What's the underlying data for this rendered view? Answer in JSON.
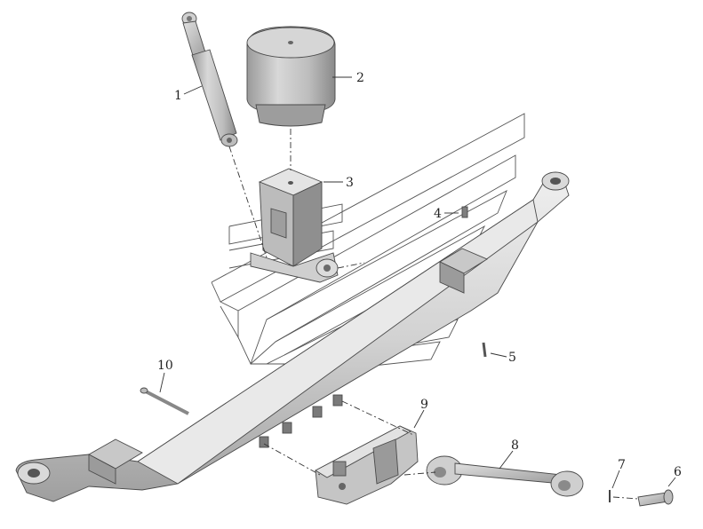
{
  "callouts": [
    {
      "id": "c1",
      "label": "1"
    },
    {
      "id": "c2",
      "label": "2"
    },
    {
      "id": "c3",
      "label": "3"
    },
    {
      "id": "c4",
      "label": "4"
    },
    {
      "id": "c5",
      "label": "5"
    },
    {
      "id": "c6",
      "label": "6"
    },
    {
      "id": "c7",
      "label": "7"
    },
    {
      "id": "c8",
      "label": "8"
    },
    {
      "id": "c9",
      "label": "9"
    },
    {
      "id": "c10",
      "label": "10"
    }
  ],
  "colors": {
    "part_light": "#e6e6e6",
    "part_mid": "#c4c4c4",
    "part_dark": "#8e8e8e",
    "line": "#333333"
  }
}
